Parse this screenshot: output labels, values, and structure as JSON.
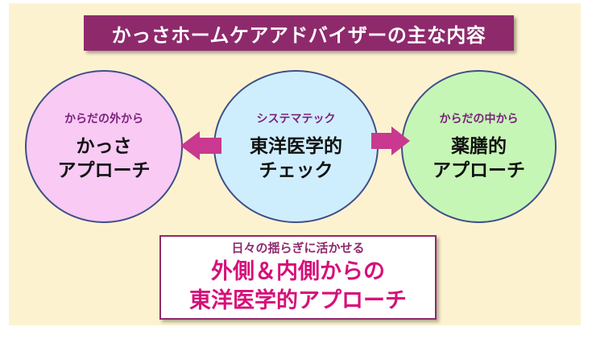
{
  "title": "かっさホームケアアドバイザーの主な内容",
  "circles": {
    "left": {
      "sub": "からだの外から",
      "main": "かっさ\nアプローチ"
    },
    "center": {
      "sub": "システマテック",
      "main": "東洋医学的\nチェック"
    },
    "right": {
      "sub": "からだの中から",
      "main": "薬膳的\nアプローチ"
    }
  },
  "bottom": {
    "sub": "日々の揺らぎに活かせる",
    "line1": "外側＆内側からの",
    "line2": "東洋医学的アプローチ"
  },
  "colors": {
    "accent": "#8e2a6c",
    "magenta_text": "#d6107a",
    "arrow": "#c8398f",
    "left_circle": "#f8caf4",
    "center_circle": "#cfeefd",
    "right_circle": "#c6f6b6",
    "background": "#fdf2d0"
  }
}
